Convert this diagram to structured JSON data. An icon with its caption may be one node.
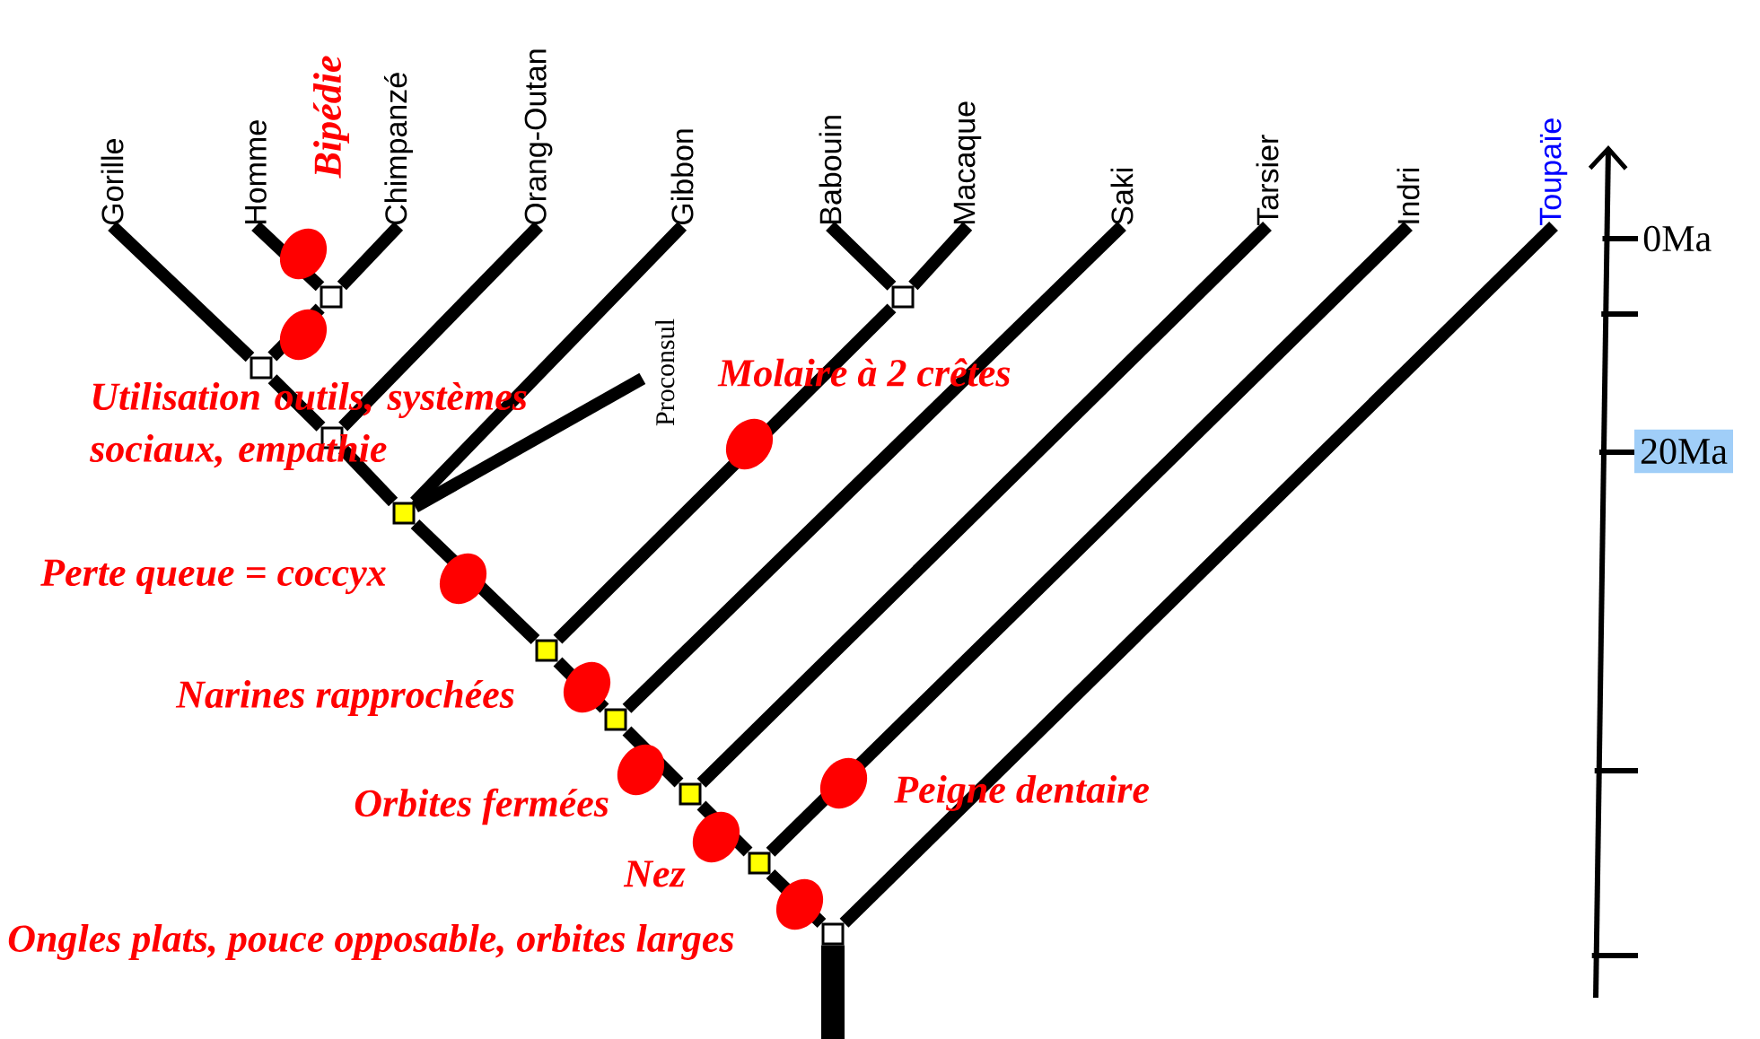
{
  "diagram": {
    "nodes": [
      {
        "text": [
          "Gorille"
        ]
      },
      {
        "text": [
          "Homme"
        ]
      },
      {
        "text": [
          "Chimpanzé"
        ]
      },
      {
        "text": [
          "Orang-Outan"
        ]
      },
      {
        "text": [
          "Gibbon"
        ]
      },
      {
        "text": [
          "Babouin"
        ]
      },
      {
        "text": [
          "Macaque"
        ]
      },
      {
        "text": [
          "Saki"
        ]
      },
      {
        "text": [
          "Tarsier"
        ]
      },
      {
        "text": [
          "Indri"
        ]
      },
      {
        "text": [
          "Toupaïe"
        ]
      },
      {
        "text": [
          "Proconsul"
        ]
      },
      {
        "text": [],
        "shape": "box"
      },
      {
        "text": [],
        "shape": "box"
      },
      {
        "text": [],
        "shape": "box"
      },
      {
        "text": [],
        "shape": "box"
      },
      {
        "text": [],
        "shape": "box"
      },
      {
        "text": [],
        "shape": "box"
      },
      {
        "text": [],
        "shape": "box"
      },
      {
        "text": [],
        "shape": "box"
      },
      {
        "text": [],
        "shape": "box"
      },
      {
        "text": [],
        "shape": "box"
      }
    ],
    "edges": [
      {
        "from": 12,
        "to": 1,
        "arrow": "none"
      },
      {
        "from": 12,
        "to": 2,
        "arrow": "none"
      },
      {
        "from": 13,
        "to": 0,
        "arrow": "none"
      },
      {
        "from": 13,
        "to": 12,
        "arrow": "none"
      },
      {
        "from": 14,
        "to": 13,
        "arrow": "none"
      },
      {
        "from": 14,
        "to": 3,
        "arrow": "none"
      },
      {
        "from": 15,
        "to": 14,
        "arrow": "none"
      },
      {
        "from": 15,
        "to": 4,
        "arrow": "none"
      },
      {
        "from": 15,
        "to": 11,
        "arrow": "none"
      },
      {
        "from": 21,
        "to": 5,
        "arrow": "none"
      },
      {
        "from": 21,
        "to": 6,
        "arrow": "none"
      },
      {
        "from": 16,
        "to": 15,
        "arrow": "none"
      },
      {
        "from": 16,
        "to": 21,
        "arrow": "none"
      },
      {
        "from": 17,
        "to": 16,
        "arrow": "none"
      },
      {
        "from": 17,
        "to": 7,
        "arrow": "none"
      },
      {
        "from": 18,
        "to": 17,
        "arrow": "none"
      },
      {
        "from": 18,
        "to": 8,
        "arrow": "none"
      },
      {
        "from": 19,
        "to": 18,
        "arrow": "none"
      },
      {
        "from": 19,
        "to": 9,
        "arrow": "none"
      },
      {
        "from": 20,
        "to": 19,
        "arrow": "none"
      },
      {
        "from": 20,
        "to": 10,
        "arrow": "none"
      },
      {
        "from": 20,
        "to": null,
        "arrow": "none",
        "style": "thick"
      }
    ],
    "labels": [
      "Bipédie",
      "Molaire à 2 crêtes",
      "Utilisation outils, systèmes sociaux, empathie",
      "Perte queue = coccyx",
      "Narines rapprochées",
      "Peigne dentaire",
      "Orbites fermées",
      "Nez",
      "Ongles plats, pouce opposable, orbites larges",
      "0Ma",
      "20Ma"
    ]
  }
}
